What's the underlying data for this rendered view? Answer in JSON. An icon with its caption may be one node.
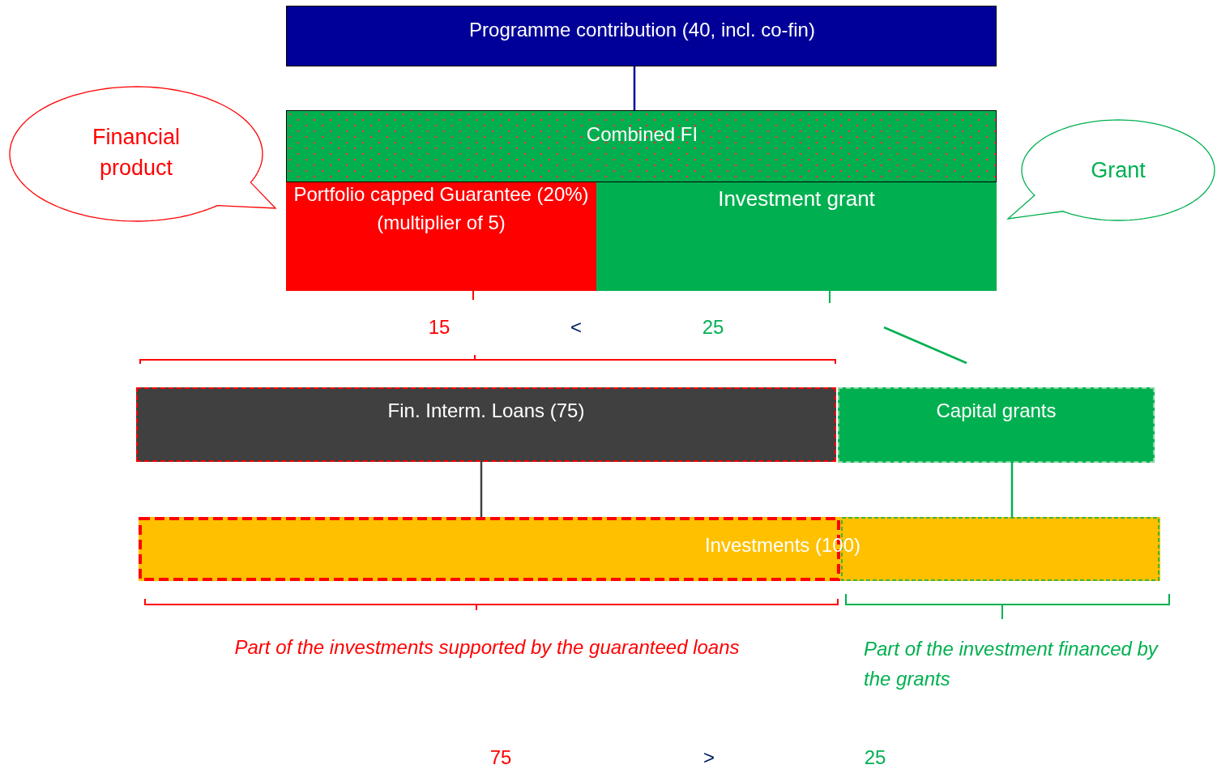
{
  "diagram": {
    "nodes": [
      {
        "text": [
          "Programme contribution (40, incl. co-fin)"
        ]
      },
      {
        "text": [
          "Combined FI"
        ]
      },
      {
        "text": [
          "Portfolio capped Guarantee (20%) (multiplier of 5)"
        ]
      },
      {
        "text": [
          "Investment grant"
        ]
      },
      {
        "text": [
          "Financial product"
        ]
      },
      {
        "text": [
          "Grant"
        ]
      },
      {
        "text": [
          "Fin. Interm. Loans (75)"
        ]
      },
      {
        "text": [
          "Capital grants"
        ]
      },
      {
        "text": [
          "Investments (100)"
        ]
      }
    ],
    "edges": [
      {
        "from": 0,
        "to": 1,
        "arrow": "none",
        "color": "#000099"
      },
      {
        "from": 6,
        "to": 8,
        "arrow": "none",
        "color": "#404040"
      },
      {
        "from": 7,
        "to": 8,
        "arrow": "none",
        "color": "#00b050"
      }
    ],
    "labels": [
      "15",
      "<",
      "25",
      "Part of the investments supported by the guaranteed loans",
      "Part of the investment financed by the grants",
      "75",
      ">",
      "25"
    ]
  }
}
